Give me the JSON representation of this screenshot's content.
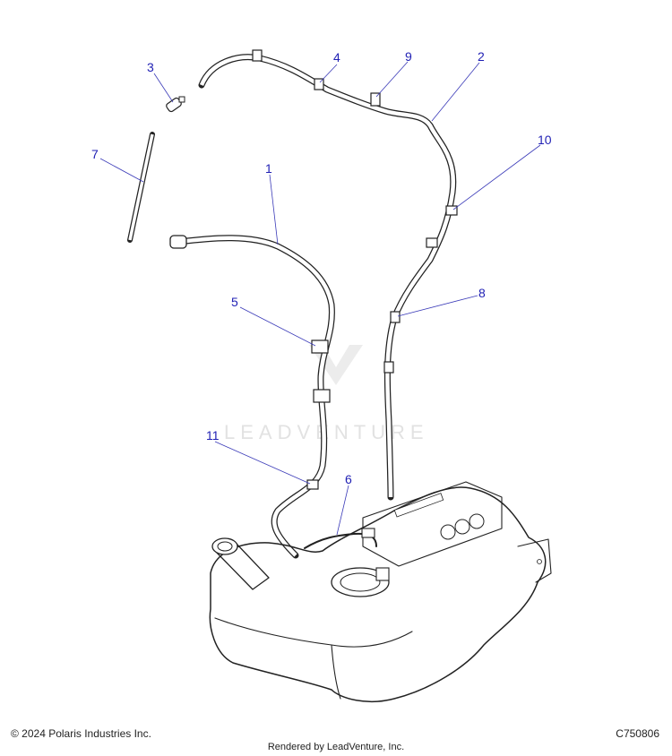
{
  "callouts": [
    {
      "id": "1",
      "label": "1"
    },
    {
      "id": "2",
      "label": "2"
    },
    {
      "id": "3",
      "label": "3"
    },
    {
      "id": "4",
      "label": "4"
    },
    {
      "id": "5",
      "label": "5"
    },
    {
      "id": "6",
      "label": "6"
    },
    {
      "id": "7",
      "label": "7"
    },
    {
      "id": "8",
      "label": "8"
    },
    {
      "id": "9",
      "label": "9"
    },
    {
      "id": "10",
      "label": "10"
    },
    {
      "id": "11",
      "label": "11"
    }
  ],
  "watermark": "LEADVENTURE",
  "footer": {
    "copyright": "© 2024 Polaris Industries Inc.",
    "drawing_id": "C750806",
    "rendered_by": "Rendered by LeadVenture, Inc."
  },
  "colors": {
    "callout": "#1f1fb4",
    "line": "#222222",
    "watermark": "#e2e2e2"
  }
}
